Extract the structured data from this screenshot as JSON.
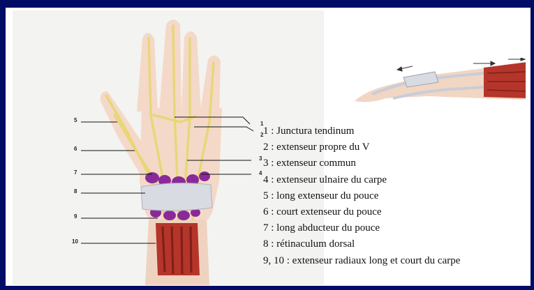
{
  "figure": {
    "markers": [
      "1",
      "2",
      "3",
      "4",
      "5",
      "6",
      "7",
      "8",
      "9",
      "10"
    ],
    "legend": [
      "1 : Junctura tendinum",
      "2 : extenseur propre du V",
      "3 : extenseur commun",
      "4 : extenseur ulnaire du carpe",
      "5 : long extenseur du pouce",
      "6 : court extenseur du pouce",
      "7 : long abducteur du pouce",
      "8 : rétinaculum dorsal",
      "9, 10 : extenseur radiaux long et court du carpe"
    ]
  },
  "colors": {
    "background": "#000c66",
    "skin": "#f4d9c8",
    "tendon": "#e8d67a",
    "retinaculum": "#d9dbe2",
    "sheath": "#8a2a9a",
    "muscle": "#b5352a"
  }
}
